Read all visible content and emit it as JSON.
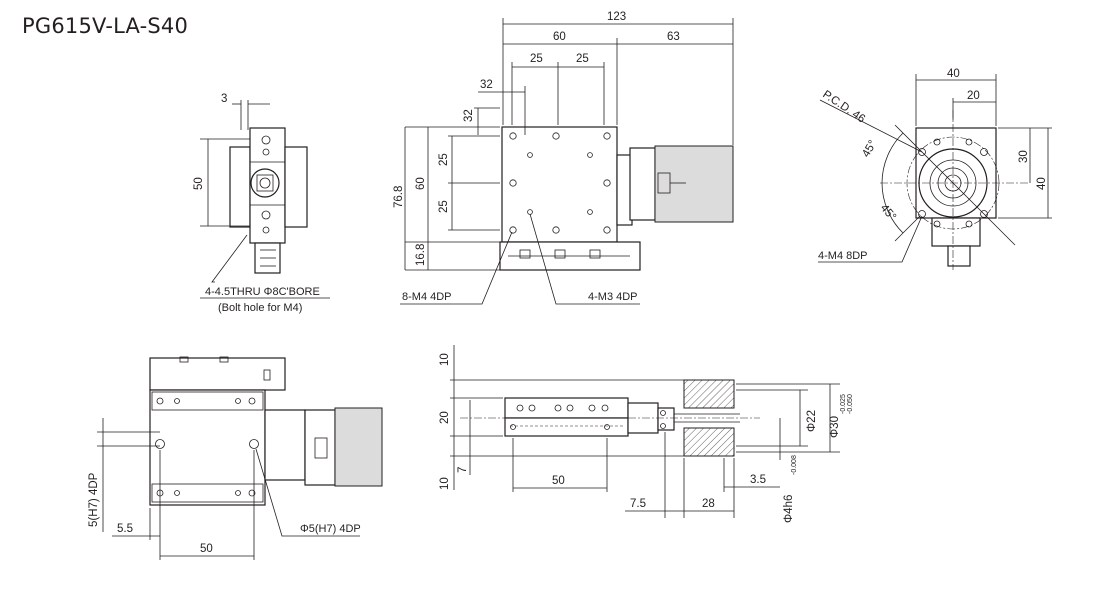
{
  "title": "PG615V-LA-S40",
  "dims": {
    "d3": "3",
    "d50_side": "50",
    "d123": "123",
    "d60_top": "60",
    "d63": "63",
    "d25a": "25",
    "d25b": "25",
    "d32h": "32",
    "d32v": "32",
    "d76_8": "76.8",
    "d60_v": "60",
    "d25c": "25",
    "d25d": "25",
    "d16_8": "16.8",
    "d40_top": "40",
    "d20": "20",
    "d30": "30",
    "d40_v": "40",
    "ang_a": "45°",
    "ang_b": "45°",
    "pcd": "P.C.D. 46",
    "d5h7": "5(H7) 4DP",
    "d5_5": "5.5",
    "d50_bl": "50",
    "d10a": "10",
    "d20v": "20",
    "d7": "7",
    "d10b": "10",
    "d50_bm": "50",
    "d7_5": "7.5",
    "d28": "28",
    "d3_5": "3.5",
    "phi22": "Φ22",
    "phi30": "Φ30",
    "phi30_tol_hi": "-0.025",
    "phi30_tol_lo": "-0.050",
    "phi4h6": "Φ4h6",
    "phi4h6_tol": "-0.008"
  },
  "notes": {
    "thru": "4-4.5THRU Φ8C'BORE",
    "bolt": "(Bolt hole for M4)",
    "m4_8m": "8-M4 4DP",
    "m3_4": "4-M3 4DP",
    "m4_8dp": "4-M4 8DP",
    "phi5": "Φ5(H7) 4DP"
  }
}
